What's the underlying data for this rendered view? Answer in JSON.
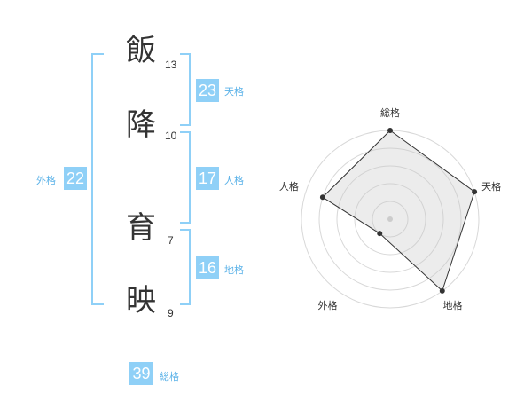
{
  "name_chars": [
    {
      "char": "飯",
      "strokes": "13"
    },
    {
      "char": "降",
      "strokes": "10"
    },
    {
      "char": "育",
      "strokes": "7"
    },
    {
      "char": "映",
      "strokes": "9"
    }
  ],
  "kakusu": {
    "tenkaku": {
      "value": "23",
      "label": "天格"
    },
    "jinkaku": {
      "value": "17",
      "label": "人格"
    },
    "chikaku": {
      "value": "16",
      "label": "地格"
    },
    "gaikaku": {
      "value": "22",
      "label": "外格"
    },
    "soukaku": {
      "value": "39",
      "label": "総格"
    }
  },
  "colors": {
    "accent": "#8fd0f7",
    "label": "#5bb2e8",
    "text": "#333333"
  },
  "chart_data": {
    "type": "radar",
    "categories": [
      "総格",
      "天格",
      "地格",
      "外格",
      "人格"
    ],
    "values": [
      1.0,
      1.0,
      1.0,
      0.2,
      0.8
    ],
    "rmax": 1.0,
    "rings": 5
  }
}
